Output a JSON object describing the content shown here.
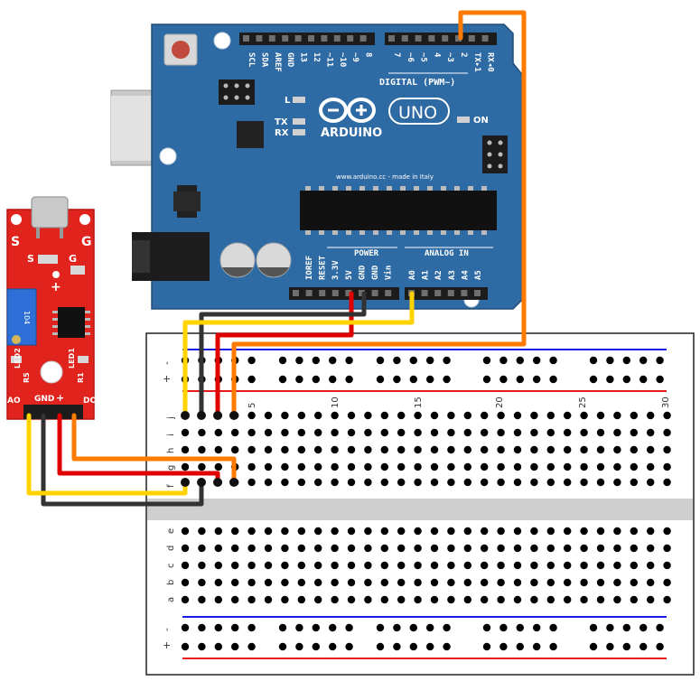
{
  "arduino": {
    "digital_header": "DIGITAL (PWM~)",
    "pins_top_left": [
      "SCL",
      "SDA",
      "AREF",
      "GND",
      "13",
      "12",
      "~11",
      "~10",
      "~9",
      "8"
    ],
    "pins_top_right": [
      "7",
      "~6",
      "~5",
      "4",
      "~3",
      "2",
      "TX▸1",
      "RX◂0"
    ],
    "led_l": "L",
    "led_tx": "TX",
    "led_rx": "RX",
    "led_on": "ON",
    "brand": "ARDUINO",
    "model": "UNO",
    "website": "www.arduino.cc - made in Italy",
    "power_header": "POWER",
    "analog_header": "ANALOG IN",
    "pins_bottom_power": [
      "IOREF",
      "RESET",
      "3.3V",
      "5V",
      "GND",
      "GND",
      "Vin"
    ],
    "pins_bottom_analog": [
      "A0",
      "A1",
      "A2",
      "A3",
      "A4",
      "A5"
    ]
  },
  "sensor": {
    "label_s_left": "S",
    "label_g_right": "G",
    "label_s2": "S",
    "label_g2": "G",
    "plus": "+",
    "pot_text": "104",
    "labels_left": [
      "LED2",
      "R5"
    ],
    "labels_right": [
      "LED1",
      "R1"
    ],
    "pins_labels": [
      "AO",
      "GND",
      "+",
      "DO"
    ]
  },
  "breadboard": {
    "rail_minus": "-",
    "rail_plus": "+",
    "rows_top": [
      "j",
      "i",
      "h",
      "g",
      "f"
    ],
    "rows_bottom": [
      "e",
      "d",
      "c",
      "b",
      "a"
    ],
    "col_numbers": [
      "5",
      "10",
      "15",
      "20",
      "25",
      "30"
    ]
  },
  "colors": {
    "board_blue": "#2e6aa3",
    "sensor_red": "#e0231c",
    "wire_yellow": "#ffd200",
    "wire_black": "#333333",
    "wire_red": "#e00000",
    "wire_orange": "#ff7a00",
    "rail_blue": "#1a1ae6",
    "rail_red": "#e61a1a"
  }
}
